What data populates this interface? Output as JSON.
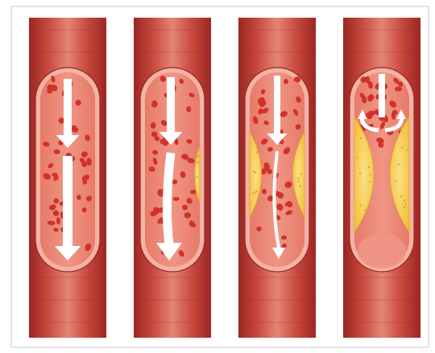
{
  "diagram": {
    "frame": {
      "background": "#ffffff",
      "border": "#c9c9c9"
    },
    "colors": {
      "vessel_outer_dark": "#9b2622",
      "vessel_outer_mid": "#c94a3e",
      "vessel_outer_light": "#e38575",
      "vessel_wall": "#f3b3a4",
      "lumen": "#e77a68",
      "lumen_center": "#f09585",
      "blood_cell": "#d0322a",
      "blood_cell_highlight": "#e8503f",
      "flow_arrow": "#ffffff",
      "plaque": "#f4c13a",
      "plaque_light": "#f9e08a",
      "plaque_dot": "#e39a18"
    },
    "stages": [
      {
        "id": "normal",
        "plaque_level": 0.0,
        "flow": "full"
      },
      {
        "id": "early-buildup",
        "plaque_level": 0.15,
        "flow": "reduced"
      },
      {
        "id": "narrowed",
        "plaque_level": 0.55,
        "flow": "restricted"
      },
      {
        "id": "blocked",
        "plaque_level": 1.0,
        "flow": "blocked"
      }
    ],
    "icons": {
      "arrow": "flow-arrow-icon",
      "split_arrow": "blocked-flow-arrow-icon"
    }
  }
}
